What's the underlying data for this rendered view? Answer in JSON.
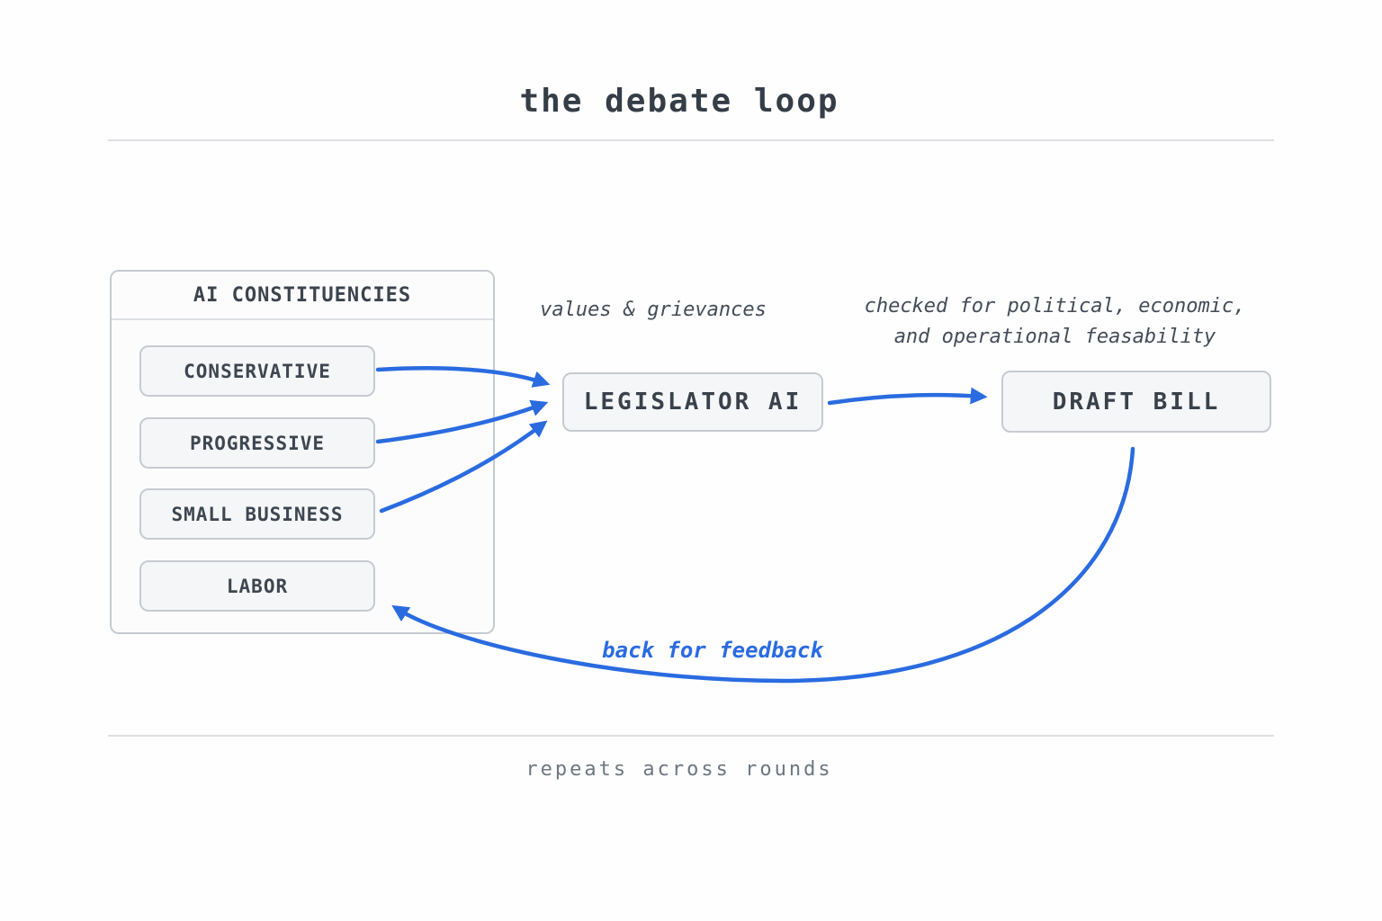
{
  "title": "the debate loop",
  "constituencies": {
    "header": "AI CONSTITUENCIES",
    "items": [
      {
        "label": "CONSERVATIVE"
      },
      {
        "label": "PROGRESSIVE"
      },
      {
        "label": "SMALL BUSINESS"
      },
      {
        "label": "LABOR"
      }
    ]
  },
  "nodes": {
    "legislator": "LEGISLATOR AI",
    "draft_bill": "DRAFT BILL"
  },
  "annotations": {
    "values_grievances": "values & grievances",
    "checked_line1": "checked for political, economic,",
    "checked_line2": "and operational feasability",
    "back_for_feedback": "back for feedback"
  },
  "footer": "repeats across rounds",
  "colors": {
    "arrow": "#2a6be0",
    "text": "#3d4650",
    "muted": "#6e7781",
    "box_fill": "#f5f6f8",
    "box_border": "#c6cbd1"
  }
}
